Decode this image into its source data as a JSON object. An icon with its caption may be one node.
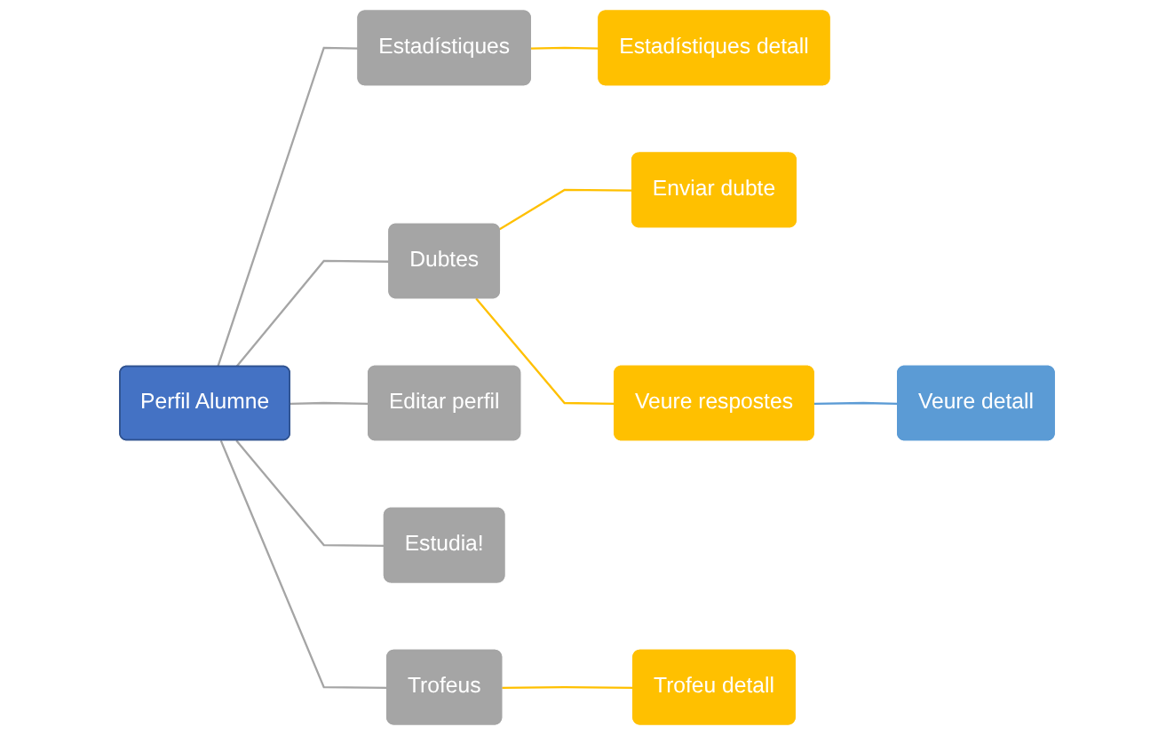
{
  "diagram": {
    "nodes": [
      {
        "text": [
          "Perfil Alumne"
        ]
      },
      {
        "text": [
          "Estadístiques"
        ]
      },
      {
        "text": [
          "Dubtes"
        ]
      },
      {
        "text": [
          "Editar perfil"
        ]
      },
      {
        "text": [
          "Estudia!"
        ]
      },
      {
        "text": [
          "Trofeus"
        ]
      },
      {
        "text": [
          "Estadístiques detall"
        ]
      },
      {
        "text": [
          "Enviar dubte"
        ]
      },
      {
        "text": [
          "Veure respostes"
        ]
      },
      {
        "text": [
          "Veure detall"
        ]
      },
      {
        "text": [
          "Trofeu detall"
        ]
      }
    ],
    "edges": [
      {
        "from": 0,
        "to": 1,
        "arrow": "none"
      },
      {
        "from": 0,
        "to": 2,
        "arrow": "none"
      },
      {
        "from": 0,
        "to": 3,
        "arrow": "none"
      },
      {
        "from": 0,
        "to": 4,
        "arrow": "none"
      },
      {
        "from": 0,
        "to": 5,
        "arrow": "none"
      },
      {
        "from": 1,
        "to": 6,
        "arrow": "none",
        "color": "#ffc000"
      },
      {
        "from": 2,
        "to": 7,
        "arrow": "none",
        "color": "#ffc000"
      },
      {
        "from": 2,
        "to": 8,
        "arrow": "none",
        "color": "#ffc000"
      },
      {
        "from": 8,
        "to": 9,
        "arrow": "none",
        "color": "#5b9bd5"
      },
      {
        "from": 5,
        "to": 10,
        "arrow": "none",
        "color": "#ffc000"
      }
    ]
  }
}
